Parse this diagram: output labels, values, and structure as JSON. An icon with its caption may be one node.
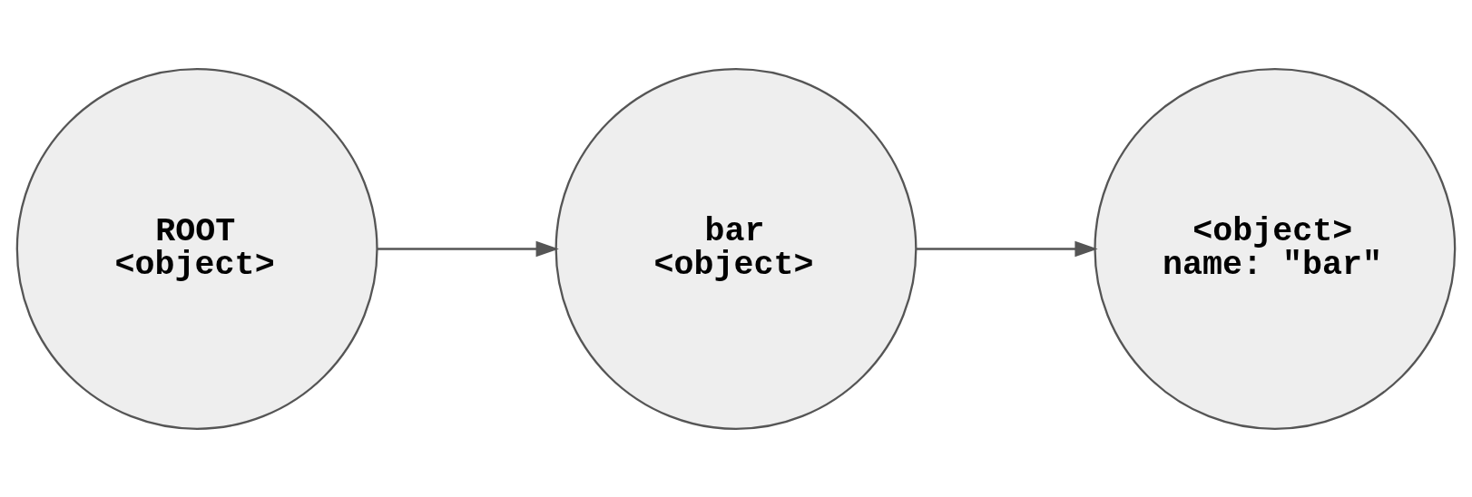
{
  "diagram": {
    "nodes": [
      {
        "text": [
          "ROOT",
          "<object>"
        ]
      },
      {
        "text": [
          "bar",
          "<object>"
        ]
      },
      {
        "text": [
          "<object>",
          "name: \"bar\""
        ]
      }
    ],
    "edges": [
      {
        "from": 0,
        "to": 1,
        "arrow": "to"
      },
      {
        "from": 1,
        "to": 2,
        "arrow": "to"
      }
    ]
  }
}
